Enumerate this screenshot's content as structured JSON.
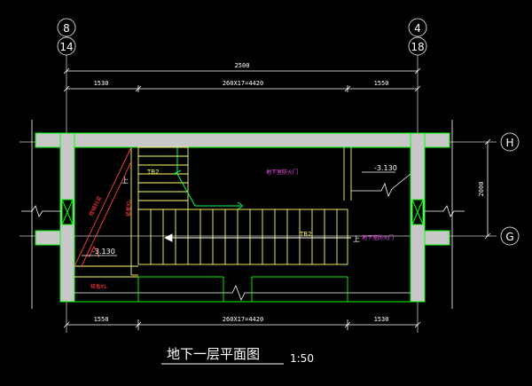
{
  "axes": {
    "top_left": [
      "8",
      "14"
    ],
    "top_right": [
      "4",
      "18"
    ],
    "right_top": "H",
    "right_bottom": "G"
  },
  "dimensions": {
    "overall": "2500",
    "top_left": "1530",
    "top_mid": "260X17=4420",
    "top_right": "1550",
    "bottom_left": "1550",
    "bottom_mid": "260X17=4420",
    "bottom_right": "1530",
    "right_vertical": "2000"
  },
  "labels": {
    "beam_note_upper": "TB2",
    "beam_note_lower": "TB2",
    "level_left": "-3.130",
    "level_right": "-3.130",
    "up_mark_1": "上",
    "up_mark_2": "上",
    "magenta_note_1": "地下室防火门",
    "magenta_note_2": "地下室防火门",
    "red_diag_text": "楼梯斜梁",
    "red_vert_text": "梯板KL",
    "red_bottom_text": "梯板KL"
  },
  "drawing": {
    "title": "地下一层平面图",
    "scale": "1:50"
  },
  "colors": {
    "background": "#000000",
    "wall": "#c8c8c8",
    "wall_outline": "#00ff00",
    "stair": "#ffff66",
    "dimension": "#ffffff",
    "axis_line": "#c8c8c8"
  }
}
